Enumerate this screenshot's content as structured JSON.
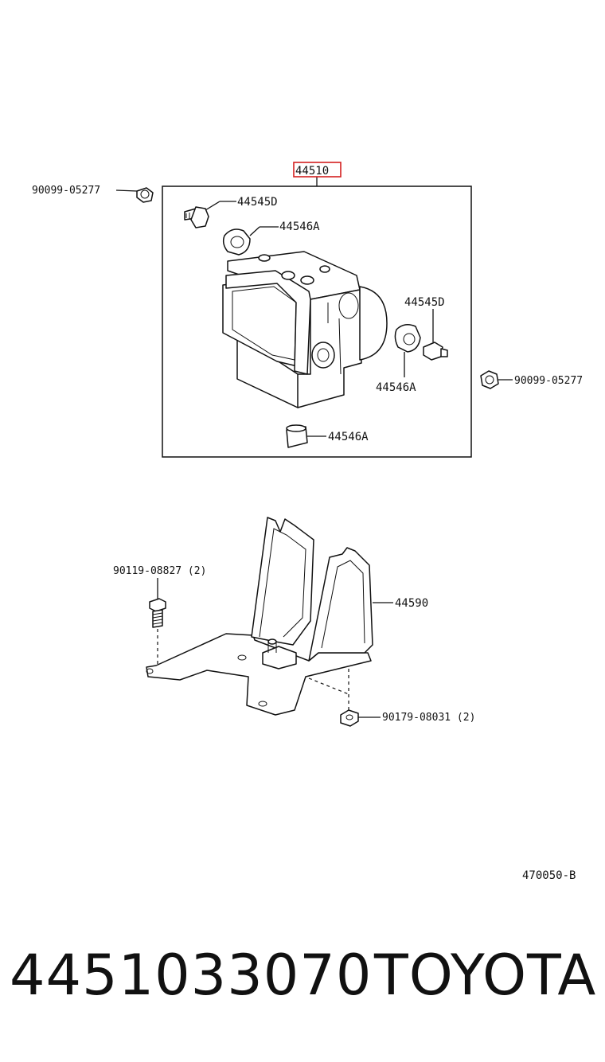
{
  "diagram": {
    "callouts": {
      "main_assembly": "44510",
      "bolt_left": "90099-05277",
      "bolt_right": "90099-05277",
      "stud_top": "44545D",
      "stud_right": "44545D",
      "cushion_top": "44546A",
      "cushion_right": "44546A",
      "cushion_bottom": "44546A",
      "bracket": "44590",
      "bracket_bolt": "90119-08827 (2)",
      "bracket_nut": "90179-08031 (2)"
    },
    "figure_code": "470050-B",
    "highlight_color": "#d42020"
  },
  "footer": {
    "part_number": "4451033070",
    "brand": "TOYOTA"
  }
}
